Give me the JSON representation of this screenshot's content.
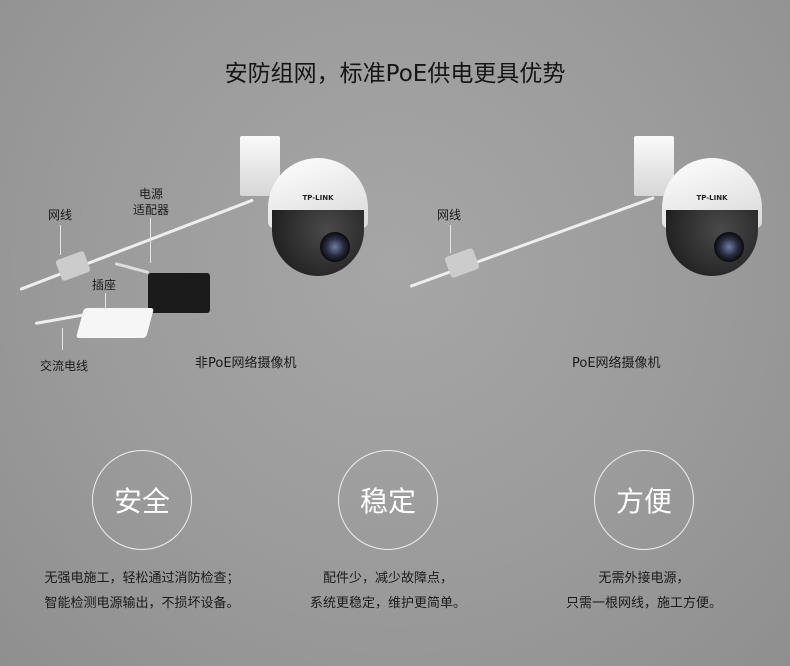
{
  "title": "安防组网，标准PoE供电更具优势",
  "left": {
    "labels": {
      "cable": "网线",
      "adapter_line1": "电源",
      "adapter_line2": "适配器",
      "socket": "插座",
      "ac_cable": "交流电线"
    },
    "caption": "非PoE网络摄像机",
    "brand": "TP-LINK"
  },
  "right": {
    "labels": {
      "cable": "网线"
    },
    "caption": "PoE网络摄像机",
    "brand": "TP-LINK"
  },
  "features": [
    {
      "title": "安全",
      "lines": [
        "无强电施工，轻松通过消防检查；",
        "智能检测电源输出，不损坏设备。"
      ]
    },
    {
      "title": "稳定",
      "lines": [
        "配件少，减少故障点，",
        "系统更稳定，维护更简单。"
      ]
    },
    {
      "title": "方便",
      "lines": [
        "无需外接电源，",
        "只需一根网线，施工方便。"
      ]
    }
  ]
}
